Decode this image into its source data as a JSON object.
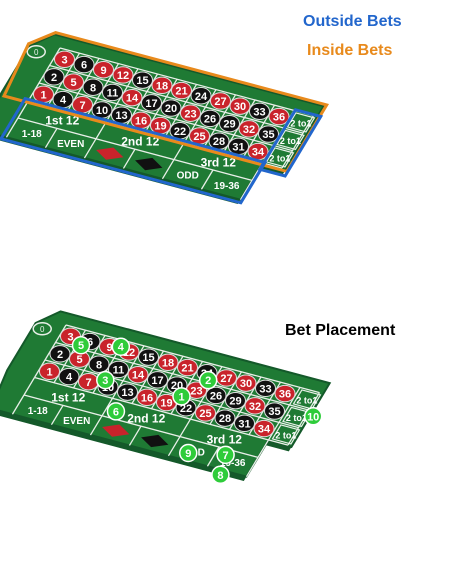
{
  "legend": {
    "outside_bets": "Outside Bets",
    "inside_bets": "Inside Bets",
    "outside_color": "#2266cc",
    "inside_color": "#e88a1c"
  },
  "bet_placement_title": "Bet Placement",
  "wheel_zero": "0",
  "grid": [
    [
      "3",
      "6",
      "9",
      "12",
      "15",
      "18",
      "21",
      "24",
      "27",
      "30",
      "33",
      "36"
    ],
    [
      "2",
      "5",
      "8",
      "11",
      "14",
      "17",
      "20",
      "23",
      "26",
      "29",
      "32",
      "35"
    ],
    [
      "1",
      "4",
      "7",
      "10",
      "13",
      "16",
      "19",
      "22",
      "25",
      "28",
      "31",
      "34"
    ]
  ],
  "red_numbers": [
    "1",
    "3",
    "5",
    "7",
    "9",
    "12",
    "14",
    "16",
    "18",
    "19",
    "21",
    "23",
    "25",
    "27",
    "30",
    "32",
    "34",
    "36"
  ],
  "dozens": [
    "1st 12",
    "2nd 12",
    "3rd 12"
  ],
  "even_money": [
    "1-18",
    "EVEN",
    "",
    "",
    "ODD",
    "19-36"
  ],
  "columns": [
    "2 to1",
    "2 to1",
    "2 to1"
  ],
  "bet_markers": [
    "1",
    "2",
    "3",
    "4",
    "5",
    "6",
    "7",
    "8",
    "9",
    "10"
  ],
  "colors": {
    "felt": "#1f7a34",
    "felt_dark": "#14592a",
    "line": "#e8efe8",
    "red": "#c9232b",
    "black": "#111111",
    "marker": "#2ecc3a"
  }
}
